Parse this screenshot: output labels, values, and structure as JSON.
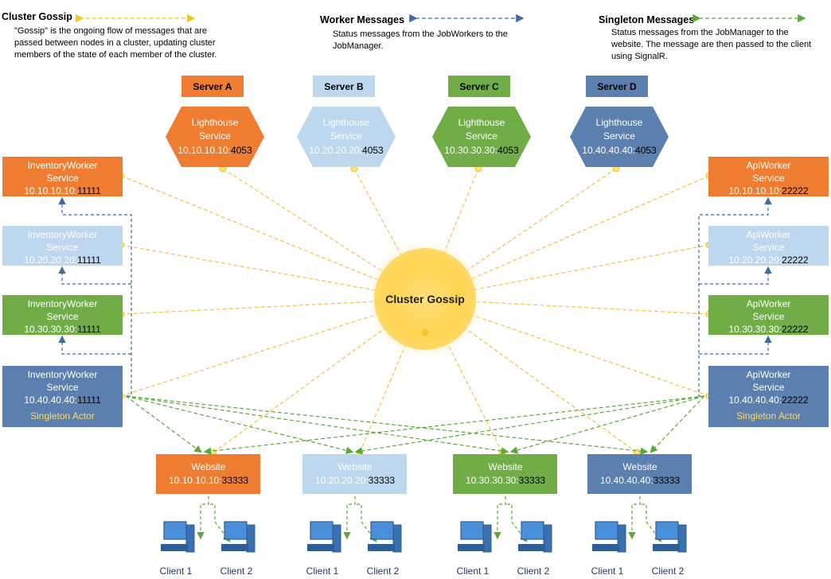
{
  "legend": {
    "gossip": {
      "title": "Cluster Gossip",
      "lines": [
        "\"Gossip\" is the ongoing flow of messages that are",
        "passed between nodes in a cluster, updating cluster",
        "members of the state of each member of the cluster."
      ],
      "color": "#F5C518"
    },
    "worker": {
      "title": "Worker Messages",
      "lines": [
        "Status messages from the JobWorkers to the",
        "JobManager."
      ],
      "color": "#3D6E9E"
    },
    "singleton": {
      "title": "Singleton Messages",
      "lines": [
        "Status messages from the JobManager to the",
        "website. The message are then passed to the client",
        "using SignalR."
      ],
      "color": "#5EA83A"
    }
  },
  "colors": {
    "orange": "#EF7D31",
    "lightblue": "#BDD7EE",
    "green": "#70AD47",
    "darkblue": "#5B7FAE",
    "gossip_line": "#F5C04A",
    "sun": "#FFD452",
    "singleton_text": "#FFD966"
  },
  "servers": [
    {
      "label": "Server A",
      "color": "orange",
      "lighthouse": [
        "Lighthouse",
        "Service"
      ],
      "ip": "10.10.10.10:",
      "port": "4053"
    },
    {
      "label": "Server B",
      "color": "lightblue",
      "lighthouse": [
        "Lighthouse",
        "Service"
      ],
      "ip": "10.20.20.20:",
      "port": "4053"
    },
    {
      "label": "Server C",
      "color": "green",
      "lighthouse": [
        "Lighthouse",
        "Service"
      ],
      "ip": "10.30.30.30:",
      "port": "4053"
    },
    {
      "label": "Server D",
      "color": "darkblue",
      "lighthouse": [
        "Lighthouse",
        "Service"
      ],
      "ip": "10.40.40.40:",
      "port": "4053"
    }
  ],
  "inventory_workers": [
    {
      "line1": "InventoryWorker",
      "line2": "Service",
      "ip": "10.10.10.10:",
      "port": "11111",
      "color": "orange",
      "singleton": ""
    },
    {
      "line1": "InventoryWorker",
      "line2": "Service",
      "ip": "10.20.20.20:",
      "port": "11111",
      "color": "lightblue",
      "singleton": ""
    },
    {
      "line1": "InventoryWorker",
      "line2": "Service",
      "ip": "10.30.30.30:",
      "port": "11111",
      "color": "green",
      "singleton": ""
    },
    {
      "line1": "InventoryWorker",
      "line2": "Service",
      "ip": "10.40.40.40:",
      "port": "11111",
      "color": "darkblue",
      "singleton": "Singleton Actor"
    }
  ],
  "api_workers": [
    {
      "line1": "ApiWorker",
      "line2": "Service",
      "ip": "10.10.10.10:",
      "port": "22222",
      "color": "orange",
      "singleton": ""
    },
    {
      "line1": "ApiWorker",
      "line2": "Service",
      "ip": "10.20.20.20:",
      "port": "22222",
      "color": "lightblue",
      "singleton": ""
    },
    {
      "line1": "ApiWorker",
      "line2": "Service",
      "ip": "10.30.30.30:",
      "port": "22222",
      "color": "green",
      "singleton": ""
    },
    {
      "line1": "ApiWorker",
      "line2": "Service",
      "ip": "10.40.40.40:",
      "port": "22222",
      "color": "darkblue",
      "singleton": "Singleton Actor"
    }
  ],
  "websites": [
    {
      "label": "Website",
      "ip": "10.10.10.10:",
      "port": "33333",
      "color": "orange",
      "clients": [
        "Client 1",
        "Client 2"
      ]
    },
    {
      "label": "Website",
      "ip": "10.20.20.20:",
      "port": "33333",
      "color": "lightblue",
      "clients": [
        "Client 1",
        "Client 2"
      ]
    },
    {
      "label": "Website",
      "ip": "10.30.30.30:",
      "port": "33333",
      "color": "green",
      "clients": [
        "Client 1",
        "Client 2"
      ]
    },
    {
      "label": "Website",
      "ip": "10.40.40.40:",
      "port": "33333",
      "color": "darkblue",
      "clients": [
        "Client 1",
        "Client 2"
      ]
    }
  ],
  "hub": {
    "label": "Cluster Gossip"
  }
}
